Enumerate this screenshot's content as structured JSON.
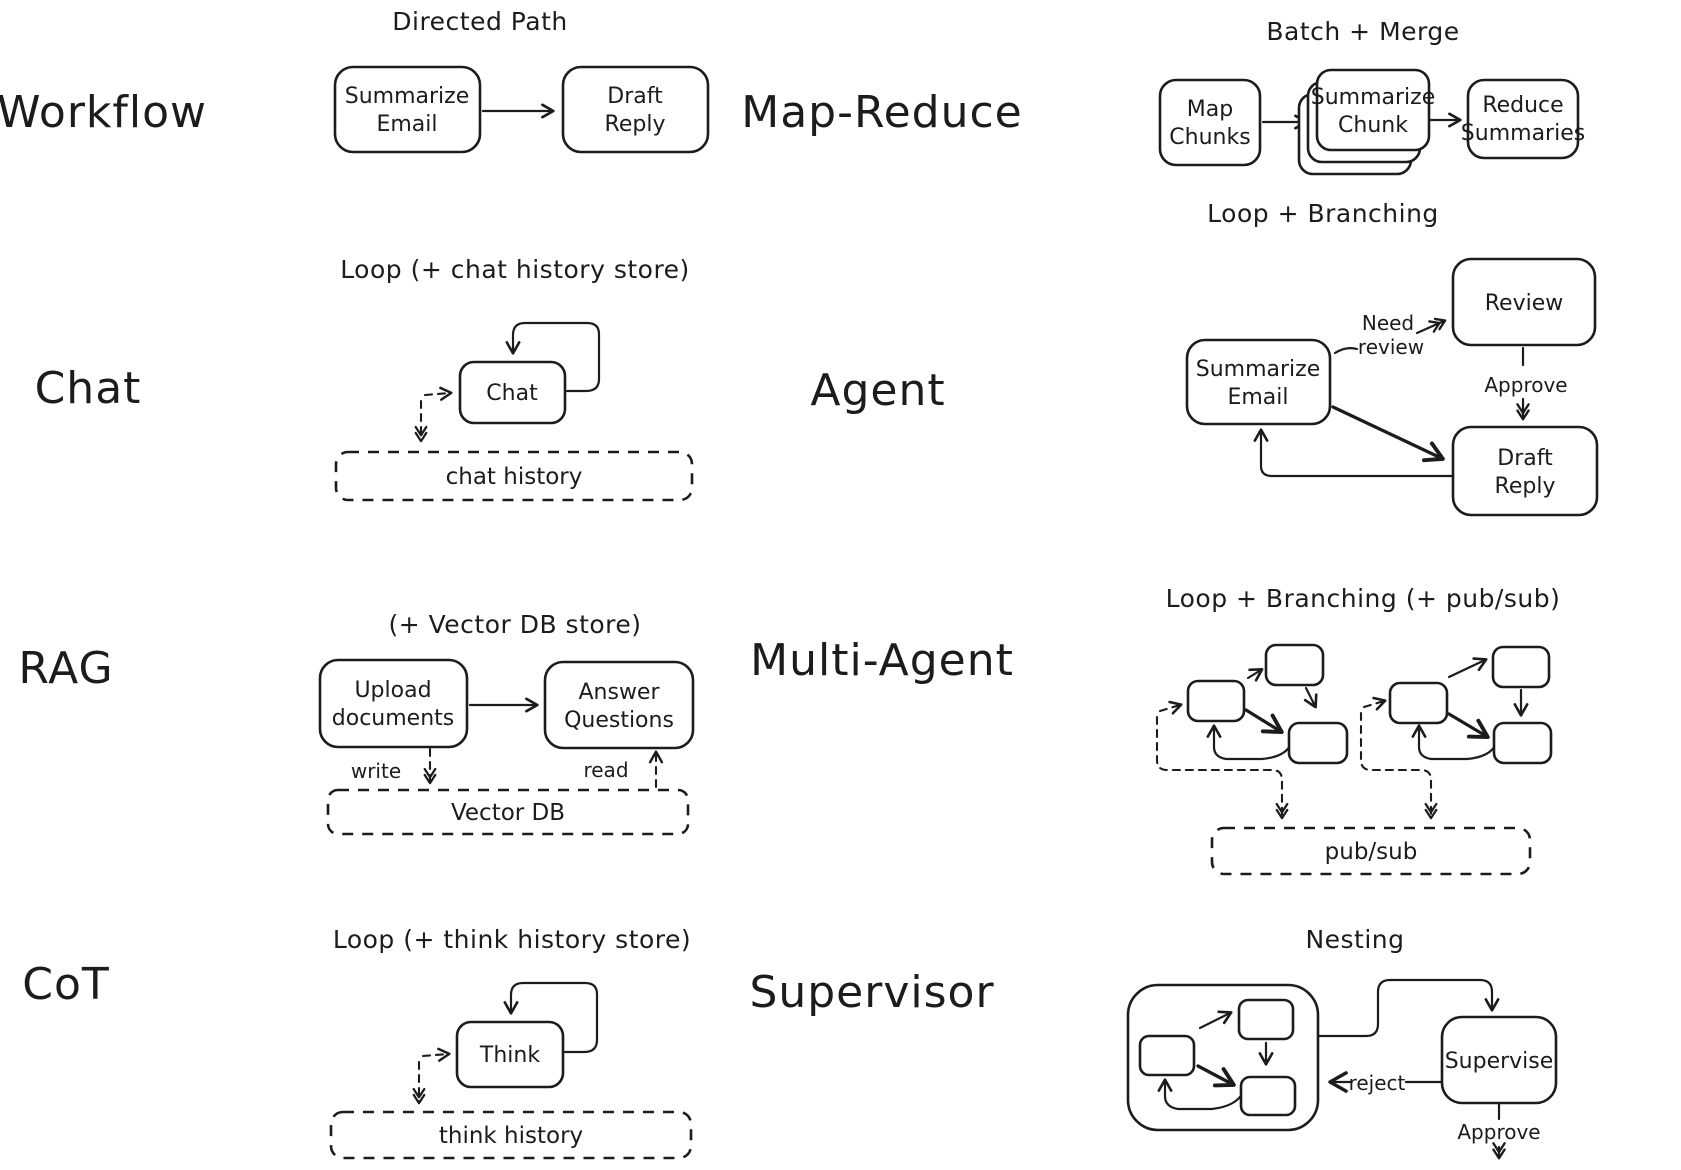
{
  "colors": {
    "ink": "#1c1c1c",
    "paper": "#ffffff"
  },
  "sections": {
    "workflow": {
      "label": "Workflow",
      "title": "Directed Path",
      "node_a": {
        "line1": "Summarize",
        "line2": "Email"
      },
      "node_b": {
        "line1": "Draft",
        "line2": "Reply"
      }
    },
    "map_reduce": {
      "label": "Map-Reduce",
      "title": "Batch + Merge",
      "node_map": {
        "line1": "Map",
        "line2": "Chunks"
      },
      "node_summarize": {
        "line1": "Summarize",
        "line2": "Chunk"
      },
      "node_reduce": {
        "line1": "Reduce",
        "line2": "Summaries"
      }
    },
    "chat": {
      "label": "Chat",
      "title": "Loop (+ chat history store)",
      "node": "Chat",
      "store": "chat history"
    },
    "agent": {
      "label": "Agent",
      "title": "Loop + Branching",
      "node_summarize": {
        "line1": "Summarize",
        "line2": "Email"
      },
      "node_review": "Review",
      "node_draft": {
        "line1": "Draft",
        "line2": "Reply"
      },
      "edge_need_review": {
        "line1": "Need",
        "line2": "review"
      },
      "edge_approve": "Approve"
    },
    "rag": {
      "label": "RAG",
      "title": "(+ Vector DB store)",
      "node_upload": {
        "line1": "Upload",
        "line2": "documents"
      },
      "node_answer": {
        "line1": "Answer",
        "line2": "Questions"
      },
      "edge_write": "write",
      "edge_read": "read",
      "store": "Vector DB"
    },
    "multi_agent": {
      "label": "Multi-Agent",
      "title": "Loop + Branching (+ pub/sub)",
      "store": "pub/sub"
    },
    "cot": {
      "label": "CoT",
      "title": "Loop (+ think history store)",
      "node": "Think",
      "store": "think history"
    },
    "supervisor": {
      "label": "Supervisor",
      "title": "Nesting",
      "node_supervise": "Supervise",
      "edge_reject": "reject",
      "edge_approve": "Approve"
    }
  }
}
